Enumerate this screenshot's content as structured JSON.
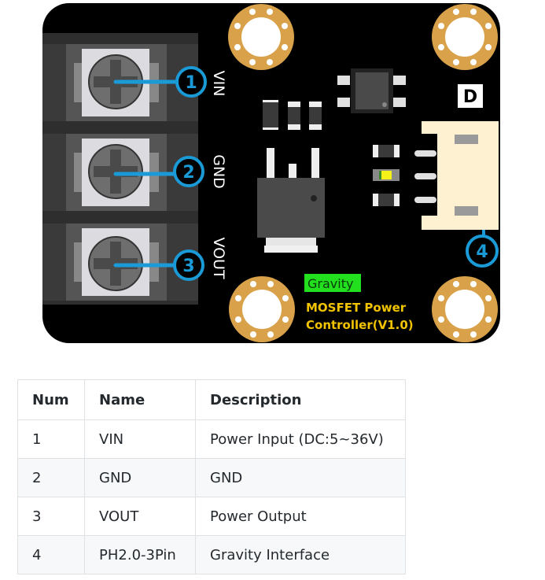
{
  "board": {
    "pin_labels": [
      "VIN",
      "GND",
      "VOUT"
    ],
    "callouts": [
      "1",
      "2",
      "3",
      "4"
    ],
    "gravity_badge": "Gravity",
    "title_line1": "MOSFET Power",
    "title_line2": "Controller(V1.0)",
    "logo_glyph": "D",
    "colors": {
      "pcb": "#000000",
      "callout": "#1a9ad6",
      "mounting_hole_ring": "#d9a24a",
      "silkscreen_text": "#f2c300",
      "gravity_badge_bg": "#22e01e",
      "connector_body": "#fdf1d2"
    }
  },
  "table": {
    "headers": [
      "Num",
      "Name",
      "Description"
    ],
    "rows": [
      {
        "num": "1",
        "name": "VIN",
        "description": "Power Input (DC:5~36V)"
      },
      {
        "num": "2",
        "name": "GND",
        "description": "GND"
      },
      {
        "num": "3",
        "name": "VOUT",
        "description": "Power Output"
      },
      {
        "num": "4",
        "name": "PH2.0-3Pin",
        "description": "Gravity Interface"
      }
    ]
  }
}
